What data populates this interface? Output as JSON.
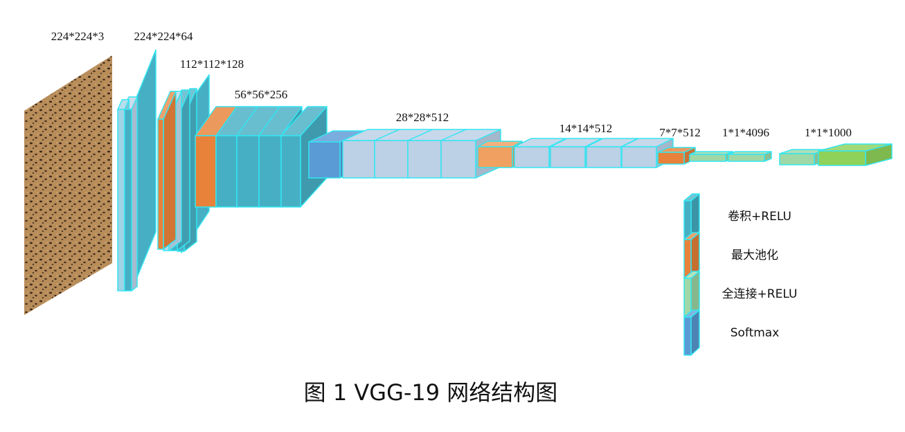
{
  "caption": "图 1   VGG-19 网络结构图",
  "colors": {
    "conv": "#47afc4",
    "pool": "#e8823a",
    "fc": "#9fd8a6",
    "softmax": "#5b9bd5",
    "edge": "#33e6f2",
    "light": "#bcd0e6",
    "fc_final": "#8fd25a"
  },
  "dimension_labels": [
    "224*224*3",
    "224*224*64",
    "112*112*128",
    "56*56*256",
    "28*28*512",
    "14*14*512",
    "7*7*512",
    "1*1*4096",
    "1*1*1000"
  ],
  "legend": [
    {
      "label": "卷积+RELU",
      "kind": "conv"
    },
    {
      "label": "最大池化",
      "kind": "pool"
    },
    {
      "label": "全连接+RELU",
      "kind": "fc"
    },
    {
      "label": "Softmax",
      "kind": "softmax"
    }
  ]
}
